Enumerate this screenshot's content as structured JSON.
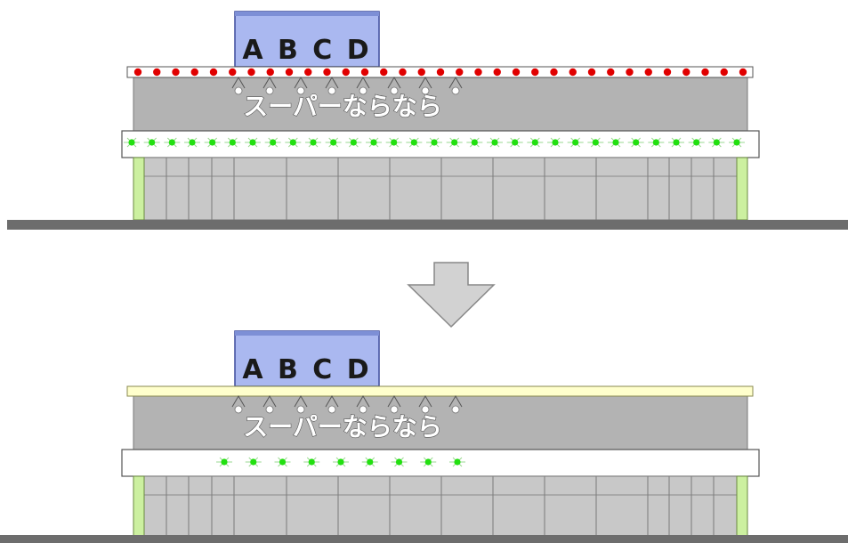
{
  "diagram": {
    "before": {
      "sign_text": "A B C D",
      "store_name": "スーパーならなら",
      "roof_light_count": 33,
      "roof_light_color": "#e00000",
      "canopy_light_count": 31,
      "canopy_light_color": "#22e010",
      "roof_strip_color": "#ffffff"
    },
    "after": {
      "sign_text": "A B C D",
      "store_name": "スーパーならなら",
      "roof_light_count": 0,
      "canopy_light_count": 9,
      "canopy_light_color": "#22e010",
      "roof_strip_color": "#ffffcc"
    },
    "arrow": "down-arrow",
    "colors": {
      "sign_panel": "#aab8f0",
      "sign_border": "#3c4a9c",
      "facade": "#b3b3b3",
      "glass": "#c8c8c8",
      "pillar": "#ccf0a0",
      "ground": "#6d6d6d",
      "canopy": "#ffffff",
      "arrow_fill": "#d2d2d2"
    }
  }
}
